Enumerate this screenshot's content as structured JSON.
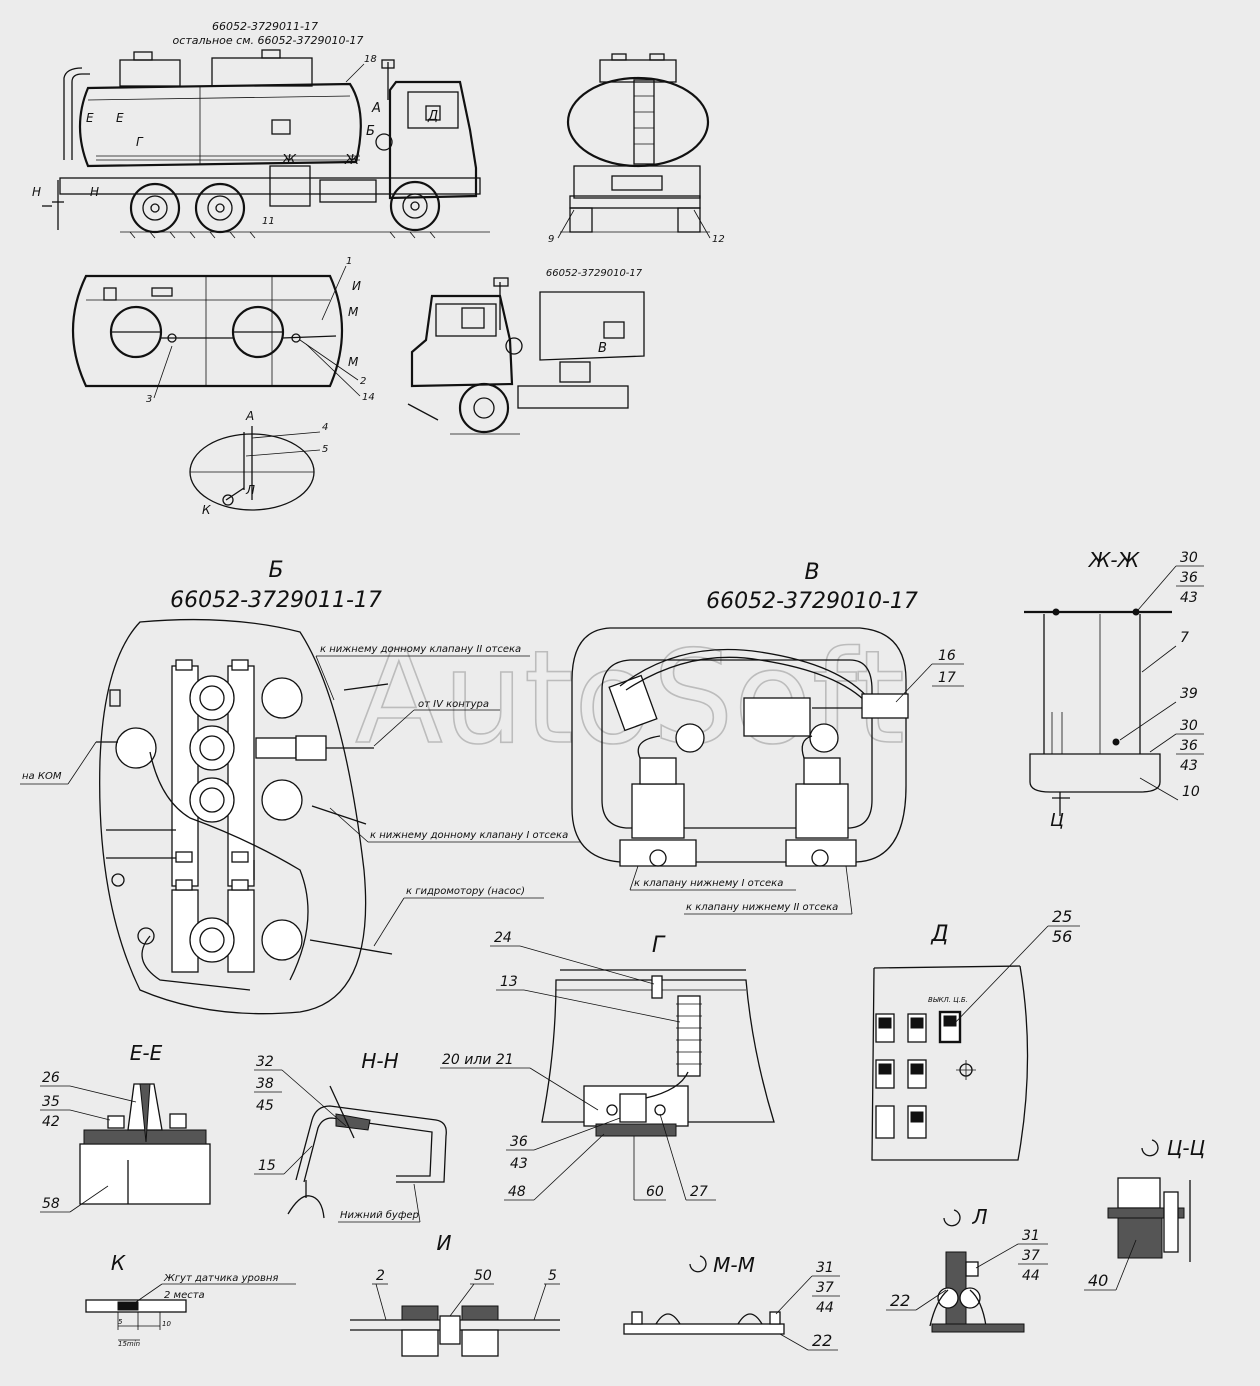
{
  "header": {
    "model_line1": "66052-3729011-17",
    "model_line2": "остальное см. 66052-3729010-17",
    "side_model": "66052-3729010-17"
  },
  "watermark": "AutoSoft",
  "views": {
    "B": {
      "title": "Б",
      "subtitle": "66052-3729011-17"
    },
    "V": {
      "title": "В",
      "subtitle": "66052-3729010-17"
    },
    "ZhZh": {
      "title": "Ж-Ж"
    },
    "G": {
      "title": "Г"
    },
    "D": {
      "title": "Д",
      "switch_label": "ВЫКЛ. Ц.Б."
    },
    "EE": {
      "title": "Е-Е"
    },
    "NN": {
      "title": "Н-Н",
      "buffer_label": "Нижний буфер"
    },
    "K": {
      "title": "К",
      "harness_label": "Жгут датчика уровня",
      "places_label": "2 места",
      "dim_5": "5",
      "dim_10": "10",
      "dim_15": "15min"
    },
    "I": {
      "title": "И"
    },
    "MM": {
      "title": "М-М"
    },
    "L": {
      "title": "Л"
    },
    "TsTs": {
      "title": "Ц-Ц"
    }
  },
  "section_letters": {
    "A": "А",
    "B": "Б",
    "V": "В",
    "G": "Г",
    "D": "Д",
    "E": "Е",
    "Zh": "Ж",
    "I": "И",
    "K": "К",
    "L": "Л",
    "M": "М",
    "N": "Н",
    "Ts": "Ц"
  },
  "annotations": {
    "b_lower_valve_2": "к нижнему донному клапану II отсека",
    "b_from_circuit_4": "от IV контура",
    "b_to_kom": "на КОМ",
    "b_lower_valve_1": "к нижнему донному клапану I отсека",
    "b_hydromotor": "к гидромотору (насос)",
    "v_valve_1": "к клапану нижнему I отсека",
    "v_valve_2": "к клапану нижнему II отсека",
    "g_20_or_21": "20 или 21"
  },
  "callouts": {
    "c1": "1",
    "c2": "2",
    "c3": "3",
    "c4": "4",
    "c5": "5",
    "c7": "7",
    "c9": "9",
    "c10": "10",
    "c11": "11",
    "c12": "12",
    "c13": "13",
    "c14": "14",
    "c15": "15",
    "c16": "16",
    "c17": "17",
    "c18": "18",
    "c22": "22",
    "c24": "24",
    "c25": "25",
    "c26": "26",
    "c27": "27",
    "c30": "30",
    "c31": "31",
    "c32": "32",
    "c35": "35",
    "c36": "36",
    "c37": "37",
    "c38": "38",
    "c39": "39",
    "c40": "40",
    "c42": "42",
    "c43": "43",
    "c44": "44",
    "c45": "45",
    "c48": "48",
    "c50": "50",
    "c56": "56",
    "c58": "58",
    "c60": "60"
  }
}
